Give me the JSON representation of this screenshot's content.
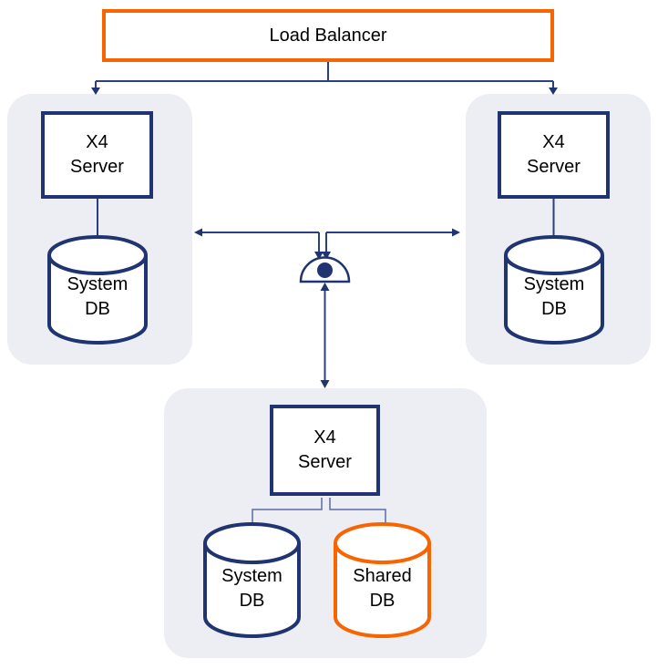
{
  "diagram": {
    "nodes": {
      "load_balancer": {
        "label": "Load Balancer"
      },
      "server_left": {
        "line1": "X4",
        "line2": "Server"
      },
      "db_left": {
        "line1": "System",
        "line2": "DB"
      },
      "server_right": {
        "line1": "X4",
        "line2": "Server"
      },
      "db_right": {
        "line1": "System",
        "line2": "DB"
      },
      "server_bottom": {
        "line1": "X4",
        "line2": "Server"
      },
      "db_bottom_system": {
        "line1": "System",
        "line2": "DB"
      },
      "db_bottom_shared": {
        "line1": "Shared",
        "line2": "DB"
      }
    },
    "icons": {
      "junction_symbol": "half-circle-with-dot-junction"
    },
    "colors": {
      "accent_orange": "#F76400",
      "navy": "#1F3470",
      "connector_blue": "#2B3F85",
      "elbow_blue": "#5B6CA3",
      "panel_background": "#ECEEF3",
      "node_background": "#FFFFFF",
      "text": "#000000"
    }
  }
}
